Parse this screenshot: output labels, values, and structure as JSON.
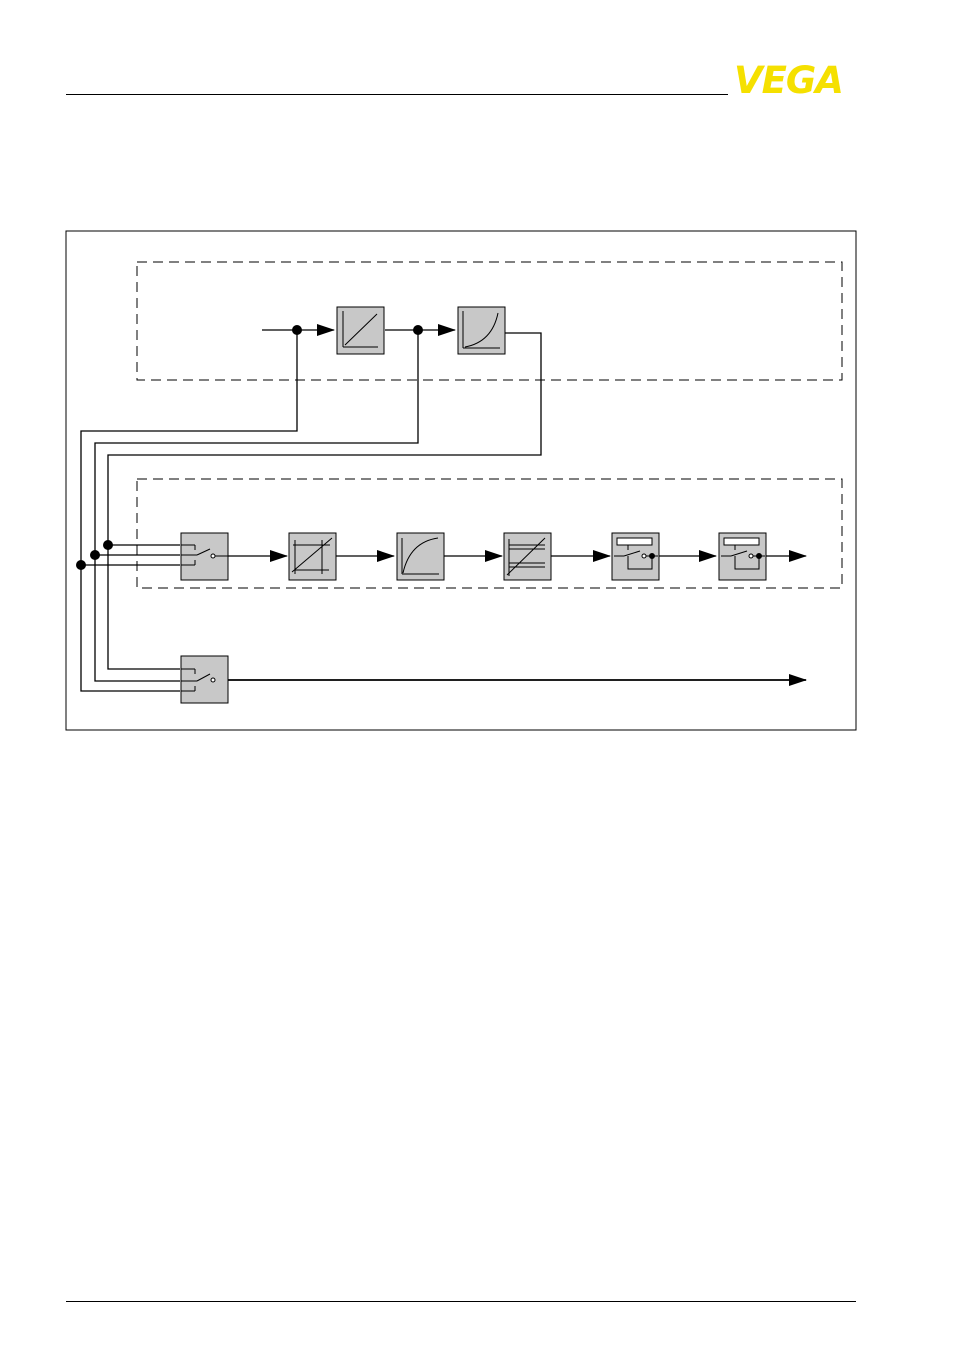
{
  "brand": {
    "logo_text": "VEGA",
    "logo_color": "#f5e000"
  },
  "diagram": {
    "block_fill": "#c8c8c8",
    "line_color": "#000000",
    "blocks": [
      {
        "id": "linearization",
        "icon": "linear-ramp-icon"
      },
      {
        "id": "characteristic-curve",
        "icon": "quadratic-curve-icon"
      },
      {
        "id": "selector-1",
        "icon": "switch-icon"
      },
      {
        "id": "adjustment",
        "icon": "scaling-icon"
      },
      {
        "id": "damping",
        "icon": "damping-curve-icon"
      },
      {
        "id": "limit",
        "icon": "limit-icon"
      },
      {
        "id": "relay-1",
        "icon": "relay-icon"
      },
      {
        "id": "relay-2",
        "icon": "relay-icon"
      },
      {
        "id": "selector-2",
        "icon": "switch-icon"
      }
    ]
  }
}
